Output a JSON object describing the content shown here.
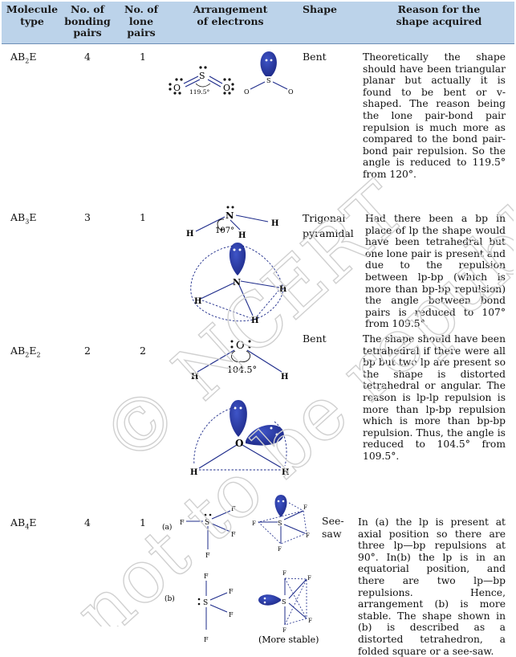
{
  "header": {
    "molecule_type": "Molecule\ntype",
    "bonding_pairs": "No. of\nbonding\npairs",
    "lone_pairs": "No. of\nlone\npairs",
    "arrangement": "Arrangement\nof electrons",
    "shape": "Shape",
    "reason": "Reason for the\nshape acquired"
  },
  "rows": [
    {
      "type_main": "AB",
      "type_sub": "2",
      "type_end": "E",
      "type_sub2": "",
      "bonding": "4",
      "lone": "1",
      "shape": "Bent",
      "reason": "Theoretically the shape should have been triangular planar but actually it is found to be bent or v-shaped. The reason being the lone pair-bond pair repulsion is much more as compared to the bond pair-bond pair repulsion. So the angle is reduced to 119.5° from 120°.",
      "figure": {
        "atom_center": "S",
        "atom_outer": "O",
        "angle": "119.5°"
      }
    },
    {
      "type_main": "AB",
      "type_sub": "3",
      "type_end": "E",
      "type_sub2": "",
      "bonding": "3",
      "lone": "1",
      "shape": "Trigonal\npyramidal",
      "reason": "Had there been a bp in place of lp the shape would have been tetrahedral but one lone pair is present and due to the repulsion between lp-bp (which is more than bp-bp repulsion) the angle between bond pairs is reduced to 107° from 109.5°.",
      "figure": {
        "atom_center": "N",
        "atom_outer": "H",
        "angle": "107°"
      }
    },
    {
      "type_main": "AB",
      "type_sub": "2",
      "type_end": "E",
      "type_sub2": "2",
      "bonding": "2",
      "lone": "2",
      "shape": "Bent",
      "reason": "The shape should have been tetrahedral if there were all bp but two lp are present so the shape is distorted tetrahedral or angular. The reason is lp-lp repulsion is more than lp-bp repulsion which is more than bp-bp repulsion. Thus, the angle is reduced to 104.5° from 109.5°.",
      "figure": {
        "atom_center": "O",
        "atom_outer": "H",
        "angle": "104.5°"
      }
    },
    {
      "type_main": "AB",
      "type_sub": "4",
      "type_end": "E",
      "type_sub2": "",
      "bonding": "4",
      "lone": "1",
      "shape": "See-\nsaw",
      "reason": "In (a) the lp is present at axial position so there are three lp—bp repulsions at 90°. In(b) the lp is in an equatorial position, and there are two lp—bp repulsions. Hence, arrangement (b) is more stable. The shape shown in (b) is described as a distorted tetrahedron, a folded square or a see-saw.",
      "figure": {
        "atom_center": "S",
        "atom_outer": "F",
        "label_a": "(a)",
        "label_b": "(b)",
        "caption": "(More stable)"
      }
    }
  ],
  "watermark": {
    "line1": "© NCERT",
    "line2": "not to be republished"
  },
  "colors": {
    "header_bg": "#bcd3ea",
    "lobe": "#2a3b9c",
    "bond": "#1d2b8a"
  }
}
